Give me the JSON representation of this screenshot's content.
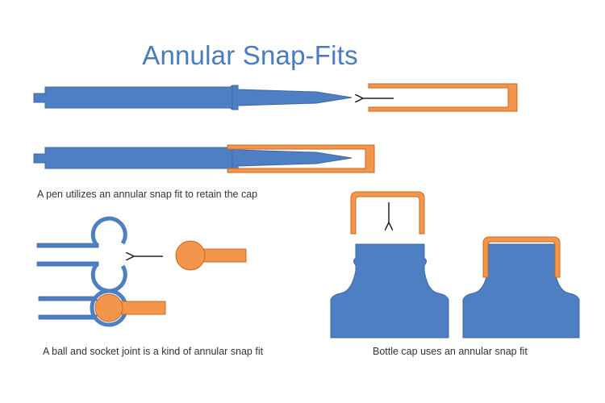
{
  "title": "Annular Snap-Fits",
  "captions": {
    "pen": "A pen utilizes an annular snap fit to retain the cap",
    "ball_socket": "A ball and socket joint is a kind of annular snap fit",
    "bottle": "Bottle cap uses an annular snap fit"
  },
  "colors": {
    "blue": "#4f7fc3",
    "blue_stroke": "#3b67a6",
    "orange": "#f3954b",
    "orange_stroke": "#c86a22",
    "title": "#4a7bc0",
    "arrow": "#222222"
  },
  "icons": [
    "arrow-left-icon",
    "arrow-down-icon"
  ]
}
